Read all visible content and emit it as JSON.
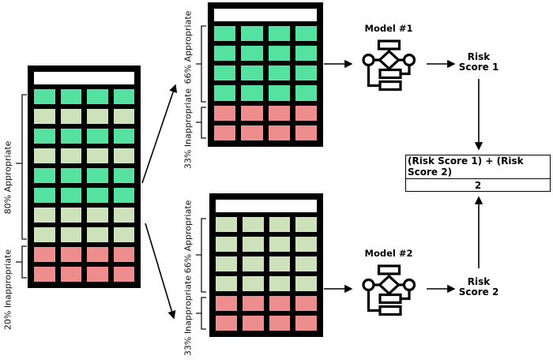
{
  "colors": {
    "bright_green": "#55e2a0",
    "pale_green": "#cde2ba",
    "red": "#ee8d8d",
    "line": "#000000"
  },
  "left_grid": {
    "label_top": "80% Appropriate",
    "label_bottom": "20% Inappropriate",
    "columns": 4,
    "rows": [
      "bright",
      "pale",
      "bright",
      "pale",
      "bright",
      "bright",
      "pale",
      "pale",
      "red",
      "red"
    ]
  },
  "top_grid": {
    "label_top": "66% Appropriate",
    "label_bottom": "33% Inappropriate",
    "columns": 4,
    "rows": [
      "bright",
      "bright",
      "bright",
      "bright",
      "red",
      "red"
    ]
  },
  "bottom_grid": {
    "label_top": "66% Appropriate",
    "label_bottom": "33% Inappropriate",
    "columns": 4,
    "rows": [
      "pale",
      "pale",
      "pale",
      "pale",
      "red",
      "red"
    ]
  },
  "model1": {
    "label": "Model #1"
  },
  "model2": {
    "label": "Model #2"
  },
  "risk1": {
    "line1": "Risk",
    "line2": "Score 1"
  },
  "risk2": {
    "line1": "Risk",
    "line2": "Score 2"
  },
  "formula": {
    "numerator": "(Risk Score 1) + (Risk Score 2)",
    "denominator": "2"
  }
}
